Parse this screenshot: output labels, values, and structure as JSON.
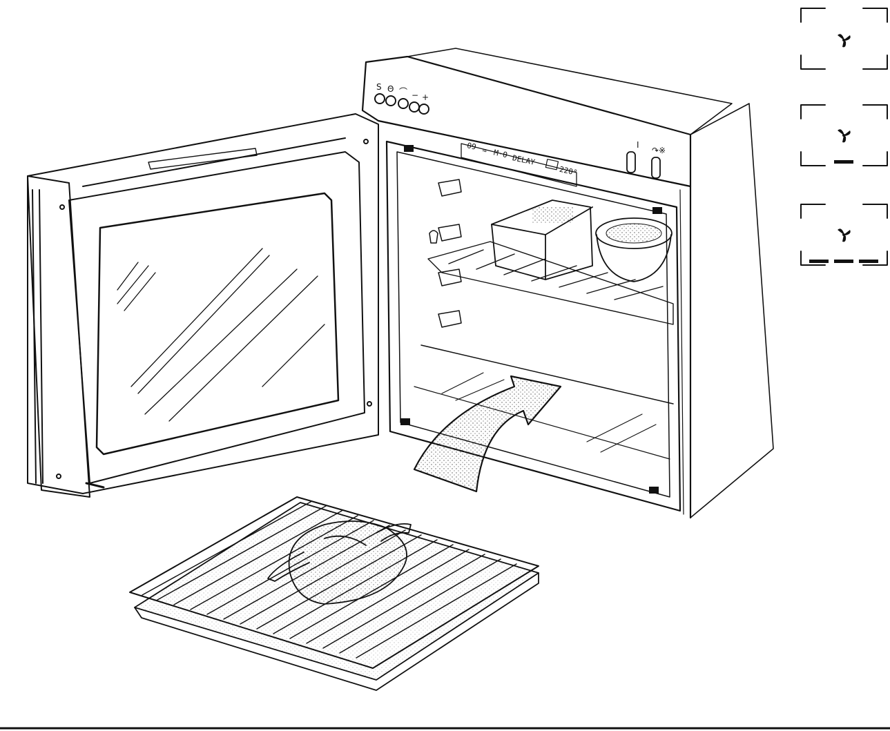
{
  "image": {
    "kind": "line-art appliance illustration",
    "subject": "built-in fan oven with door open"
  },
  "control_panel": {
    "button_symbols": [
      "S",
      "Θ",
      "⌒",
      "−",
      "+"
    ],
    "display": {
      "segments": [
        "09",
        "≈",
        "Μ·Θ",
        "DELAY",
        "220°"
      ]
    },
    "right_knob_symbols": [
      "I",
      "↷※"
    ]
  },
  "insert_arrow": {
    "icon": "curved-arrow-icon"
  },
  "function_icons": [
    {
      "name": "fan-only-icon",
      "heater": "none"
    },
    {
      "name": "fan-bottom-heat-icon",
      "heater": "bottom-center"
    },
    {
      "name": "fan-full-base-heat-icon",
      "heater": "bottom-full"
    }
  ],
  "colors": {
    "ink": "#111111",
    "paper": "#ffffff",
    "stipple": "#555555"
  }
}
